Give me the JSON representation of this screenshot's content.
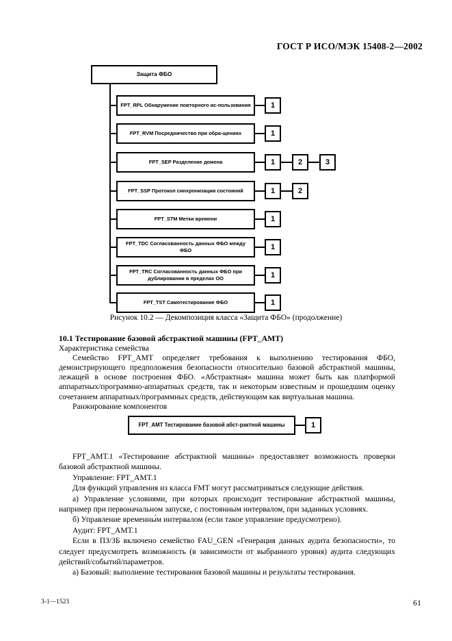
{
  "header": {
    "standard_code": "ГОСТ Р ИСО/МЭК 15408-2—2002"
  },
  "diagram": {
    "root_label": "Защита ФБО",
    "families": [
      {
        "label": "FPT_RPL Обнаружение повторного ис-пользования",
        "components": [
          "1"
        ]
      },
      {
        "label": "FPT_RVM Посредничество при обра-щениях",
        "components": [
          "1"
        ]
      },
      {
        "label": "FPT_SEP Разделение домена",
        "components": [
          "1",
          "2",
          "3"
        ]
      },
      {
        "label": "FPT_SSP Протокол синхронизации состояний",
        "components": [
          "1",
          "2"
        ]
      },
      {
        "label": "FPT_STM Метки времени",
        "components": [
          "1"
        ]
      },
      {
        "label": "FPT_TDC Согласованность данных ФБО между ФБО",
        "components": [
          "1"
        ]
      },
      {
        "label": "FPT_TRC Согласованность данных ФБО при дублировании в пределах ОО",
        "components": [
          "1"
        ]
      },
      {
        "label": "FPT_TST Самотестирование ФБО",
        "components": [
          "1"
        ]
      }
    ],
    "caption": "Рисунок 10.2 — Декомпозиция класса «Защита ФБО» (продолжение)"
  },
  "section": {
    "heading": "10.1 Тестирование базовой абстрактной машины (FPT_AMT)",
    "subheading": "Характеристика семейства",
    "paragraph1": "Семейство FPT_AMT определяет требования к выполнению тестирования ФБО, демонстрирующего предположения безопасности относительно базовой абстрактной машины, лежащей в основе построения ФБО. «Абстрактная» машина может быть как платформой аппаратных/программно-аппаратных средств, так и некоторым известным и прошедшим оценку сочетанием аппаратных/программных средств, действующим как виртуальная машина.",
    "ranking_label": "Ранжирование компонентов"
  },
  "amt_diagram": {
    "box_label": "FPT_AMT Тестирование базовой абст-рактной машины",
    "component": "1"
  },
  "body": {
    "p1": "FPT_AMT.1 «Тестирование абстрактной машины» предоставляет возможность проверки базовой абстрактной машины.",
    "p2": "Управление: FPT_AMT.1",
    "p3": "Для функций управления из класса FMT могут рассматриваться следующие действия.",
    "p4": "а) Управление условиями, при которых происходит тестирование абстрактной машины, например при первоначальном запуске, с постоянным интервалом, при заданных условиях.",
    "p5": "б) Управление временны́м интервалом (если такое управление предусмотрено).",
    "p6": "Аудит: FPT_AMT.1",
    "p7": "Если в ПЗ/ЗБ включено семейство FAU_GEN «Генерация данных аудита безопасности», то следует предусмотреть возможность (в зависимости от выбранного уровня) аудита следующих действий/событий/параметров.",
    "p8": "а) Базовый: выполнение тестирования базовой машины и результаты тестирования."
  },
  "footer": {
    "signature": "3-1—1523",
    "page_number": "61"
  }
}
